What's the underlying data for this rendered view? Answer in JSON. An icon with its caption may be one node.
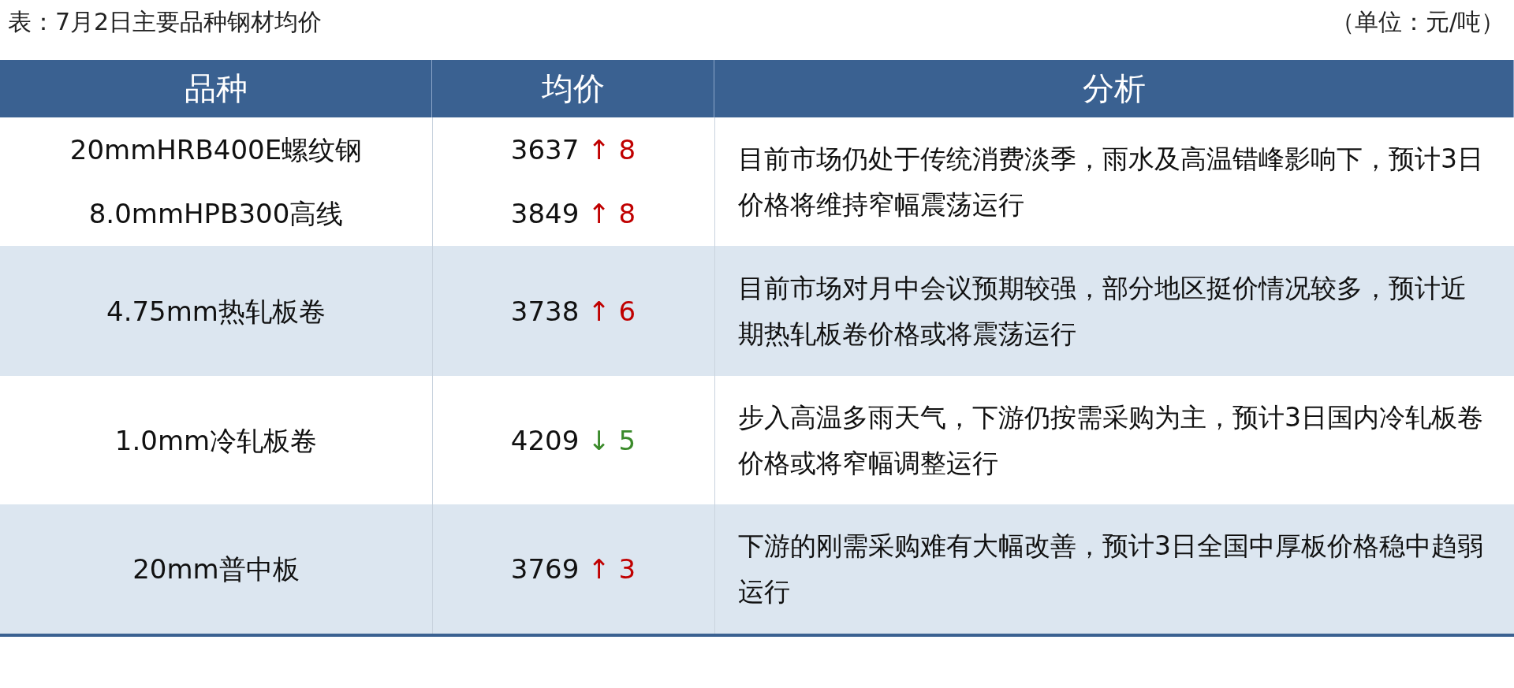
{
  "diagram": {
    "title": "表：7月2日主要品种钢材均价",
    "labels": [
      "（单位：元/吨）",
      "品种",
      "均价",
      "分析",
      "20mmHRB400E螺纹钢",
      "3637 ↑ 8",
      "目前市场仍处于传统消费淡季，雨水及高温错峰影响下，预计3日价格将维持窄幅震荡运行",
      "8.0mmHPB300高线",
      "3849 ↑ 8",
      "4.75mm热轧板卷",
      "3738 ↑ 6",
      "目前市场对月中会议预期较强，部分地区挺价情况较多，预计近期热轧板卷价格或将震荡运行",
      "1.0mm冷轧板卷",
      "4209 ↓ 5",
      "步入高温多雨天气，下游仍按需采购为主，预计3日国内冷轧板卷价格或将窄幅调整运行",
      "20mm普中板",
      "3769 ↑ 3",
      "下游的刚需采购难有大幅改善，预计3日全国中厚板价格稳中趋弱运行"
    ]
  }
}
